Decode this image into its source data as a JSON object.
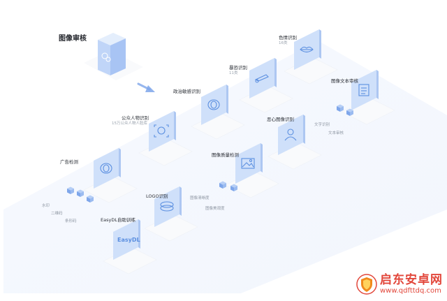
{
  "diagram": {
    "title": "图像审核",
    "modules": [
      {
        "id": "porn",
        "label": "色情识别",
        "sub": "16类",
        "icon": "lips-icon"
      },
      {
        "id": "terror",
        "label": "暴恐识别",
        "sub": "11类",
        "icon": "knife-icon"
      },
      {
        "id": "politics",
        "label": "政治敏感识别",
        "sub": "",
        "icon": "coin-icon"
      },
      {
        "id": "celebrity",
        "label": "公众人物识别",
        "sub": "15万公众人物人脸库",
        "icon": "face-scan-icon"
      },
      {
        "id": "image-text",
        "label": "图像文本审核",
        "sub": "",
        "icon": "document-icon"
      },
      {
        "id": "disgust",
        "label": "恶心图像识别",
        "sub": "",
        "icon": "person-icon"
      },
      {
        "id": "quality",
        "label": "图像质量检测",
        "sub": "",
        "icon": "picture-icon"
      },
      {
        "id": "ad",
        "label": "广告检测",
        "sub": "",
        "icon": "coin-icon"
      },
      {
        "id": "logo",
        "label": "LOGO识别",
        "sub": "",
        "icon": "stack-icon"
      },
      {
        "id": "easydl",
        "label": "EasyDL自助训练",
        "sub": "",
        "icon": "easydl-icon",
        "screen_text": "EasyDL"
      }
    ],
    "sub_tags": {
      "image_text": [
        "文字识别",
        "文本审核"
      ],
      "quality": [
        "图像清晰度",
        "图像美观度"
      ],
      "ad": [
        "水印",
        "二维码",
        "条形码"
      ]
    },
    "colors": {
      "platform": "#f2f6fd",
      "pad": "#f9fafc",
      "card": "#cfe0fa",
      "card_edge": "#adc7f2",
      "icon": "#5b8fe0",
      "cube": "#7ea6ea",
      "text": "#2b2f36",
      "subtext": "#9aa3ae"
    }
  },
  "watermark": {
    "brand": "启东安卓网",
    "url": "www.qdfttdq.com",
    "icon": "shield-logo-icon"
  }
}
